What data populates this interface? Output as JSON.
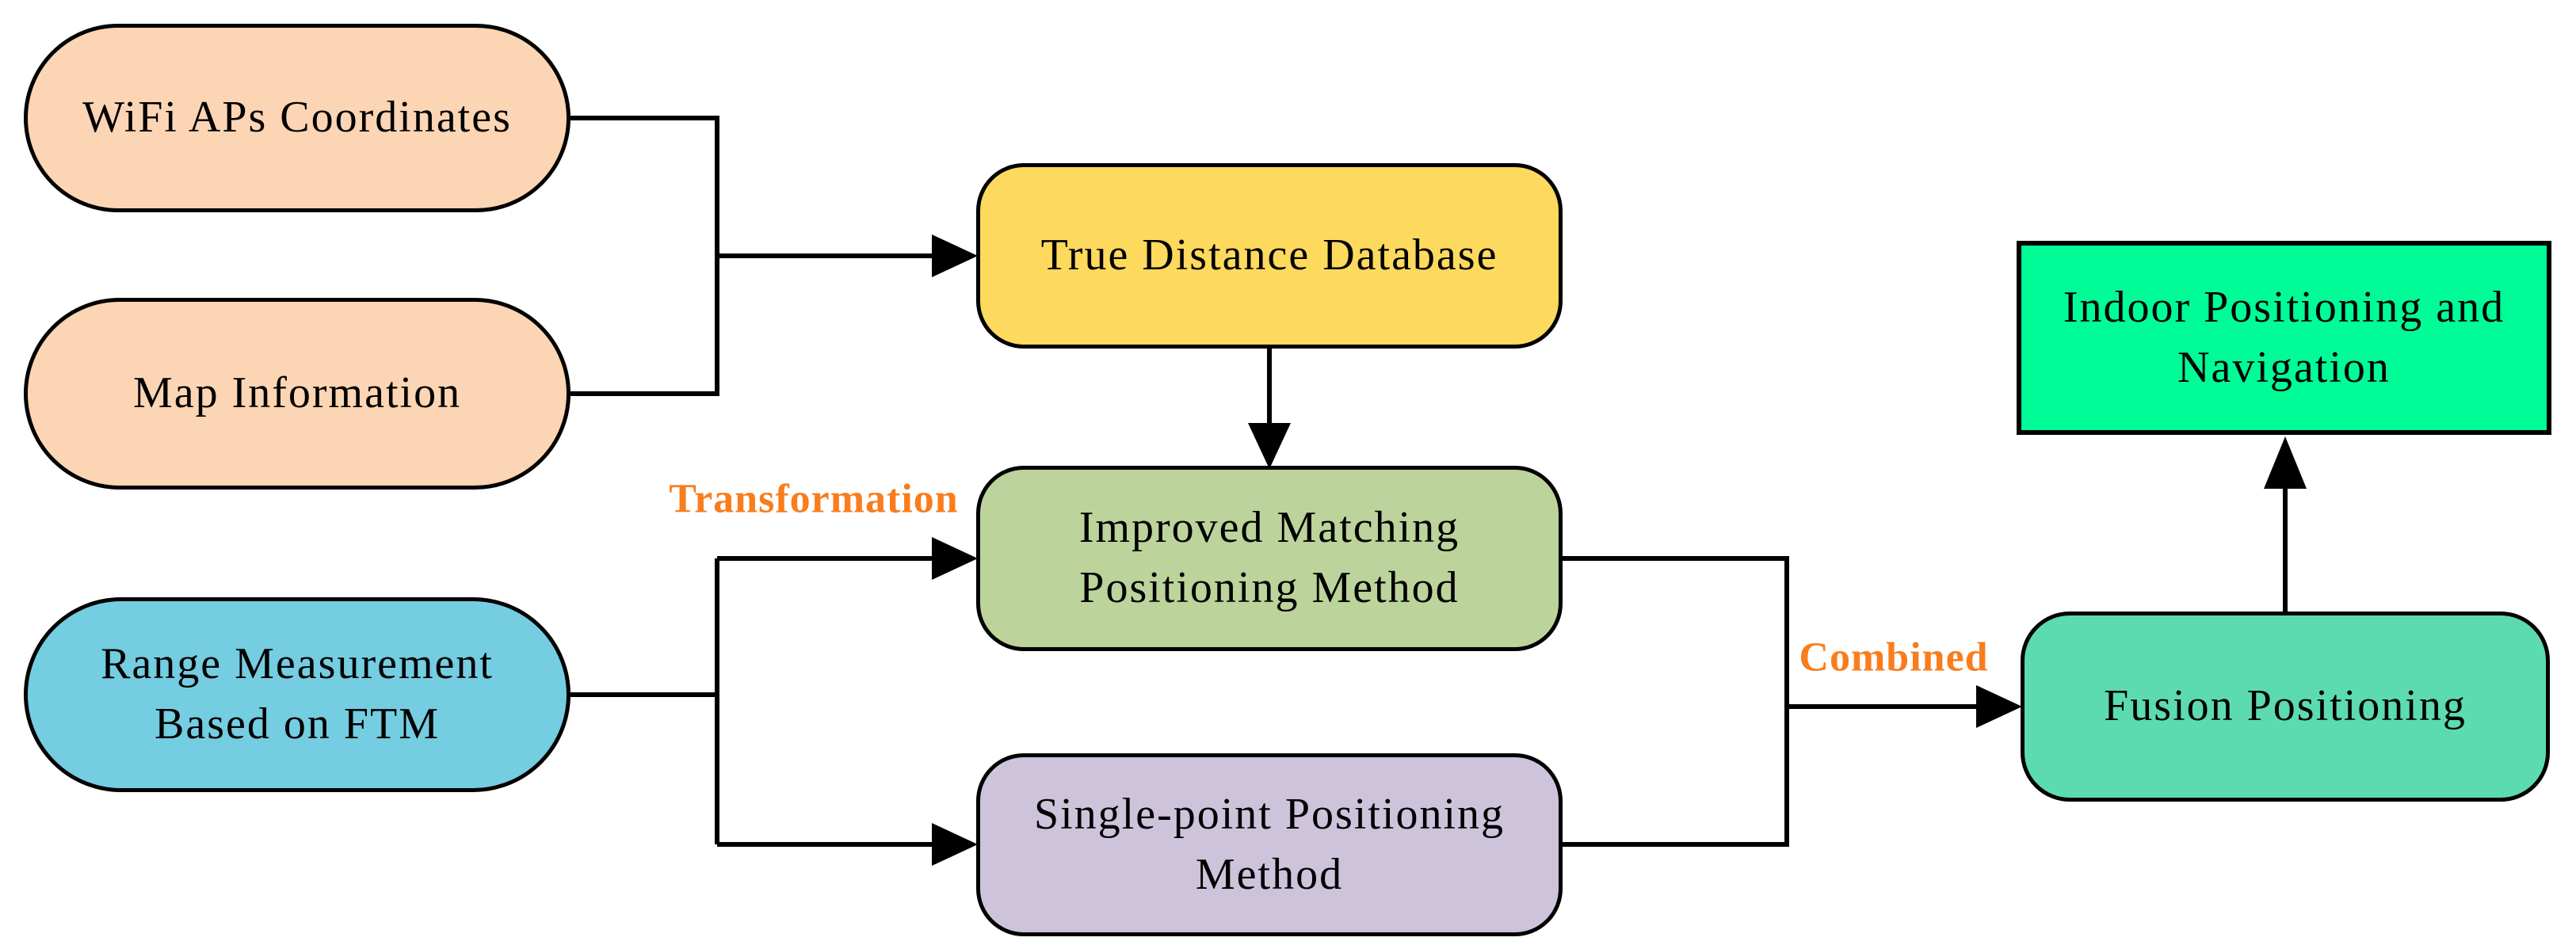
{
  "diagram": {
    "title": "FTM indoor positioning flowchart",
    "palette": {
      "background": "#FFFFFF",
      "stroke": "#000000",
      "edge_label_color": "#F97D1C"
    },
    "nodes": [
      {
        "id": "wifi-aps",
        "label": "WiFi APs Coordinates",
        "fill": "#FCD5B4",
        "shape": "stadium"
      },
      {
        "id": "map-info",
        "label": "Map Information",
        "fill": "#FCD5B4",
        "shape": "stadium"
      },
      {
        "id": "range-ftm",
        "label": "Range Measurement Based on FTM",
        "fill": "#74CDE0",
        "shape": "stadium"
      },
      {
        "id": "tdd",
        "label": "True Distance Database",
        "fill": "#FDD95E",
        "shape": "rounded-rect"
      },
      {
        "id": "improved",
        "label": "Improved Matching Positioning Method",
        "fill": "#BCD39B",
        "shape": "rounded-rect"
      },
      {
        "id": "single",
        "label": "Single-point Positioning Method",
        "fill": "#CDC3DB",
        "shape": "rounded-rect"
      },
      {
        "id": "fusion",
        "label": "Fusion Positioning",
        "fill": "#5CDBB0",
        "shape": "rounded-rect"
      },
      {
        "id": "indoor",
        "label": "Indoor Positioning and Navigation",
        "fill": "#00FC96",
        "shape": "rect"
      }
    ],
    "edge_labels": [
      {
        "id": "transformation",
        "text": "Transformation"
      },
      {
        "id": "combined",
        "text": "Combined"
      }
    ],
    "edges": [
      {
        "from": "wifi-aps + map-info",
        "to": "tdd"
      },
      {
        "from": "tdd",
        "to": "improved"
      },
      {
        "from": "range-ftm",
        "to": "improved",
        "label": "Transformation"
      },
      {
        "from": "range-ftm",
        "to": "single"
      },
      {
        "from": "improved + single",
        "to": "fusion",
        "label": "Combined"
      },
      {
        "from": "fusion",
        "to": "indoor"
      }
    ]
  }
}
